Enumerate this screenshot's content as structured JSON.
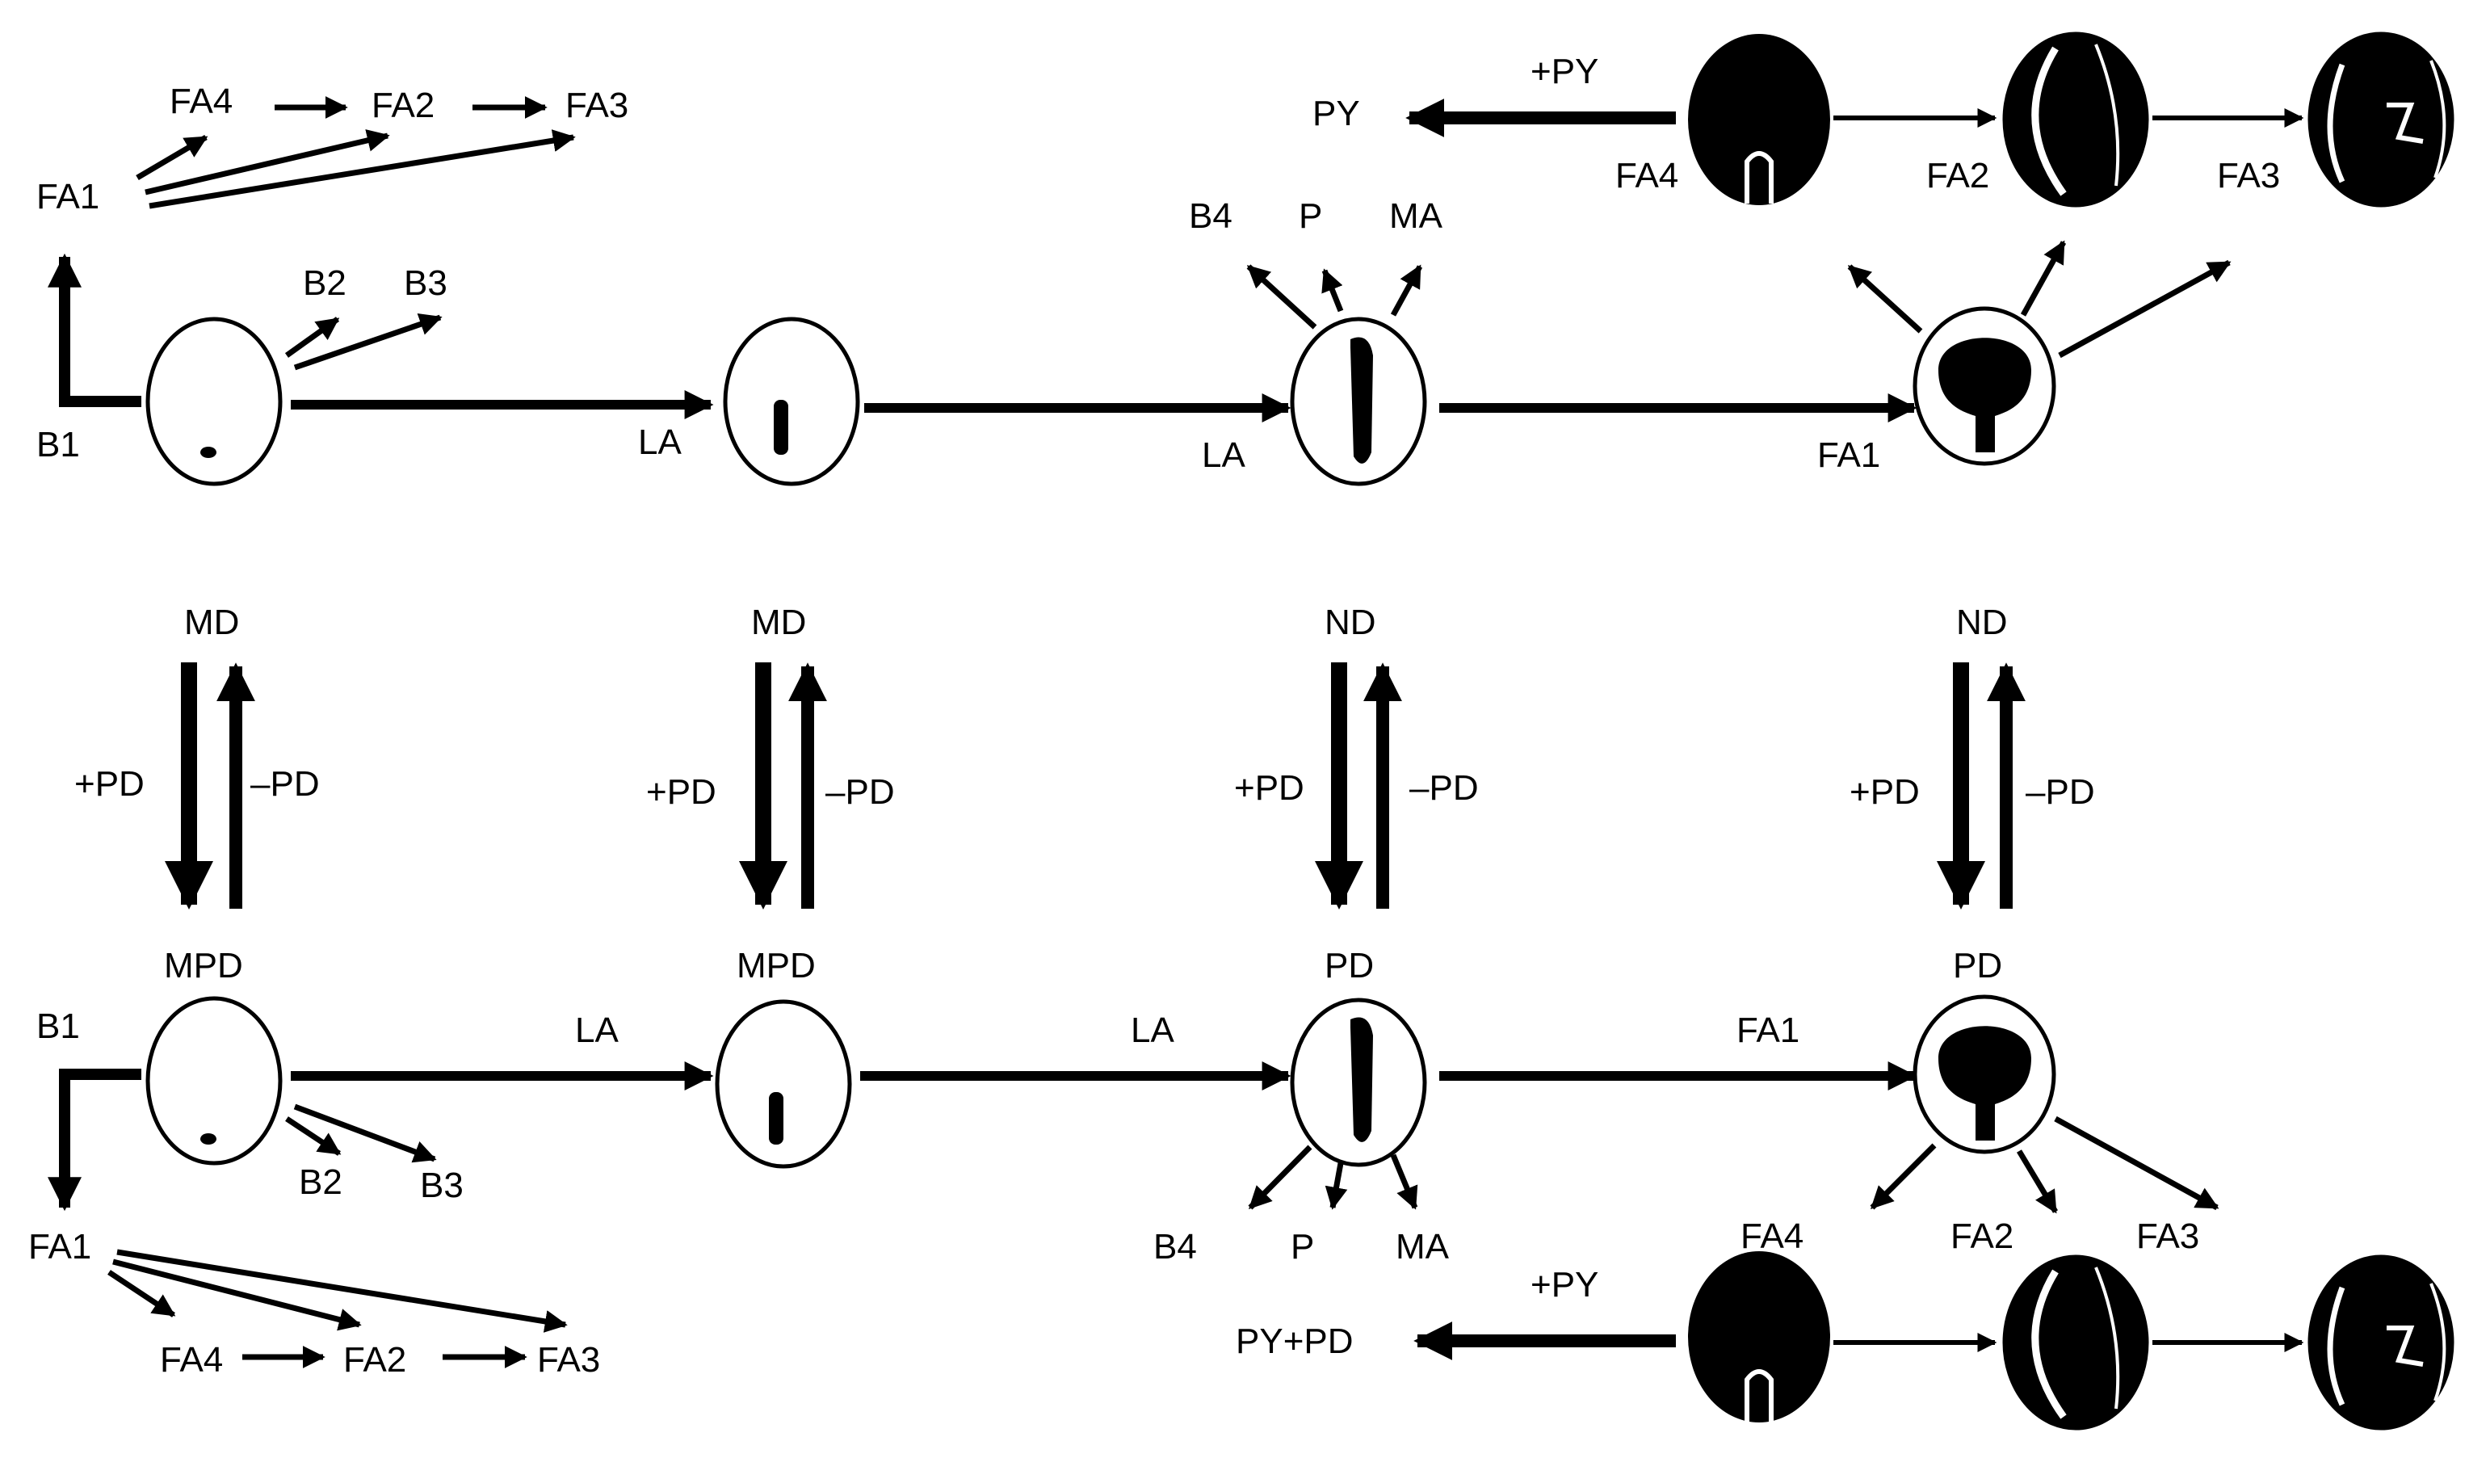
{
  "colors": {
    "ink": "#000000",
    "paper": "#ffffff"
  },
  "top": {
    "aside_left": {
      "fa1": "FA1",
      "fa4": "FA4",
      "fa2": "FA2",
      "fa3": "FA3",
      "b1": "B1",
      "b2": "B2",
      "b3": "B3"
    },
    "main": {
      "la_1": "LA",
      "la_2": "LA",
      "b4": "B4",
      "p": "P",
      "ma": "MA",
      "fa1": "FA1"
    },
    "aside_right": {
      "py": "PY",
      "plus_py": "+PY",
      "fa4": "FA4",
      "fa2": "FA2",
      "fa3": "FA3"
    }
  },
  "middle": {
    "col1": {
      "top": "MD",
      "left": "+PD",
      "right": "–PD",
      "bottom": "MPD"
    },
    "col2": {
      "top": "MD",
      "left": "+PD",
      "right": "–PD",
      "bottom": "MPD"
    },
    "col3": {
      "top": "ND",
      "left": "+PD",
      "right": "–PD",
      "bottom": "PD"
    },
    "col4": {
      "top": "ND",
      "left": "+PD",
      "right": "–PD",
      "bottom": "PD"
    }
  },
  "bottom": {
    "aside_left": {
      "b1": "B1",
      "b2": "B2",
      "b3": "B3",
      "fa1": "FA1",
      "fa4": "FA4",
      "fa2": "FA2",
      "fa3": "FA3"
    },
    "main": {
      "la_1": "LA",
      "la_2": "LA",
      "fa1": "FA1",
      "b4": "B4",
      "p": "P",
      "ma": "MA",
      "fa4": "FA4",
      "fa2": "FA2",
      "fa3": "FA3"
    },
    "aside_right": {
      "py_pd": "PY+PD",
      "plus_py": "+PY"
    }
  }
}
